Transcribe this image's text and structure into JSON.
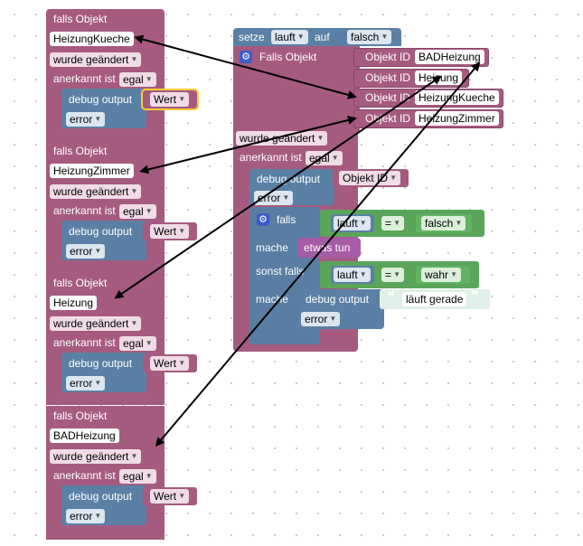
{
  "left_blocks": [
    {
      "header": "falls Objekt",
      "object": "HeizungKueche",
      "trigger": "wurde geändert",
      "ack_label": "anerkannt ist",
      "ack_value": "egal",
      "debug_label": "debug output",
      "debug_value": "Wert",
      "level": "error"
    },
    {
      "header": "falls Objekt",
      "object": "HeizungZimmer",
      "trigger": "wurde geändert",
      "ack_label": "anerkannt ist",
      "ack_value": "egal",
      "debug_label": "debug output",
      "debug_value": "Wert",
      "level": "error"
    },
    {
      "header": "falls Objekt",
      "object": "Heizung",
      "trigger": "wurde geändert",
      "ack_label": "anerkannt ist",
      "ack_value": "egal",
      "debug_label": "debug output",
      "debug_value": "Wert",
      "level": "error"
    },
    {
      "header": "falls Objekt",
      "object": "BADHeizung",
      "trigger": "wurde geändert",
      "ack_label": "anerkannt ist",
      "ack_value": "egal",
      "debug_label": "debug output",
      "debug_value": "Wert",
      "level": "error"
    }
  ],
  "right_block": {
    "set_label": "setze",
    "set_var": "lauft",
    "set_to": "auf",
    "set_value": "falsch",
    "falls_objekt": "Falls Objekt",
    "object_ids": [
      {
        "label": "Objekt ID",
        "value": "BADHeizung"
      },
      {
        "label": "Objekt ID",
        "value": "Heizung"
      },
      {
        "label": "Objekt ID",
        "value": "HeizungKueche"
      },
      {
        "label": "Objekt ID",
        "value": "HeizungZimmer"
      }
    ],
    "trigger": "wurde geändert",
    "ack_label": "anerkannt ist",
    "ack_value": "egal",
    "debug_label": "debug output",
    "debug_value": "Objekt ID",
    "level": "error",
    "if_label": "falls",
    "if_var": "lauft",
    "if_op": "=",
    "if_value": "falsch",
    "do_label": "mache",
    "do_block": "etwas tun",
    "elseif_label": "sonst falls",
    "elseif_var": "lauft",
    "elseif_op": "=",
    "elseif_value": "wahr",
    "do2_label": "mache",
    "debug2_label": "debug output",
    "debug2_text": "läuft gerade",
    "level2": "error"
  },
  "colors": {
    "event": "#a55b80",
    "action": "#5b80a5",
    "logic": "#5ba55b",
    "procedure": "#a55ba5",
    "text": "#5ba58c"
  }
}
